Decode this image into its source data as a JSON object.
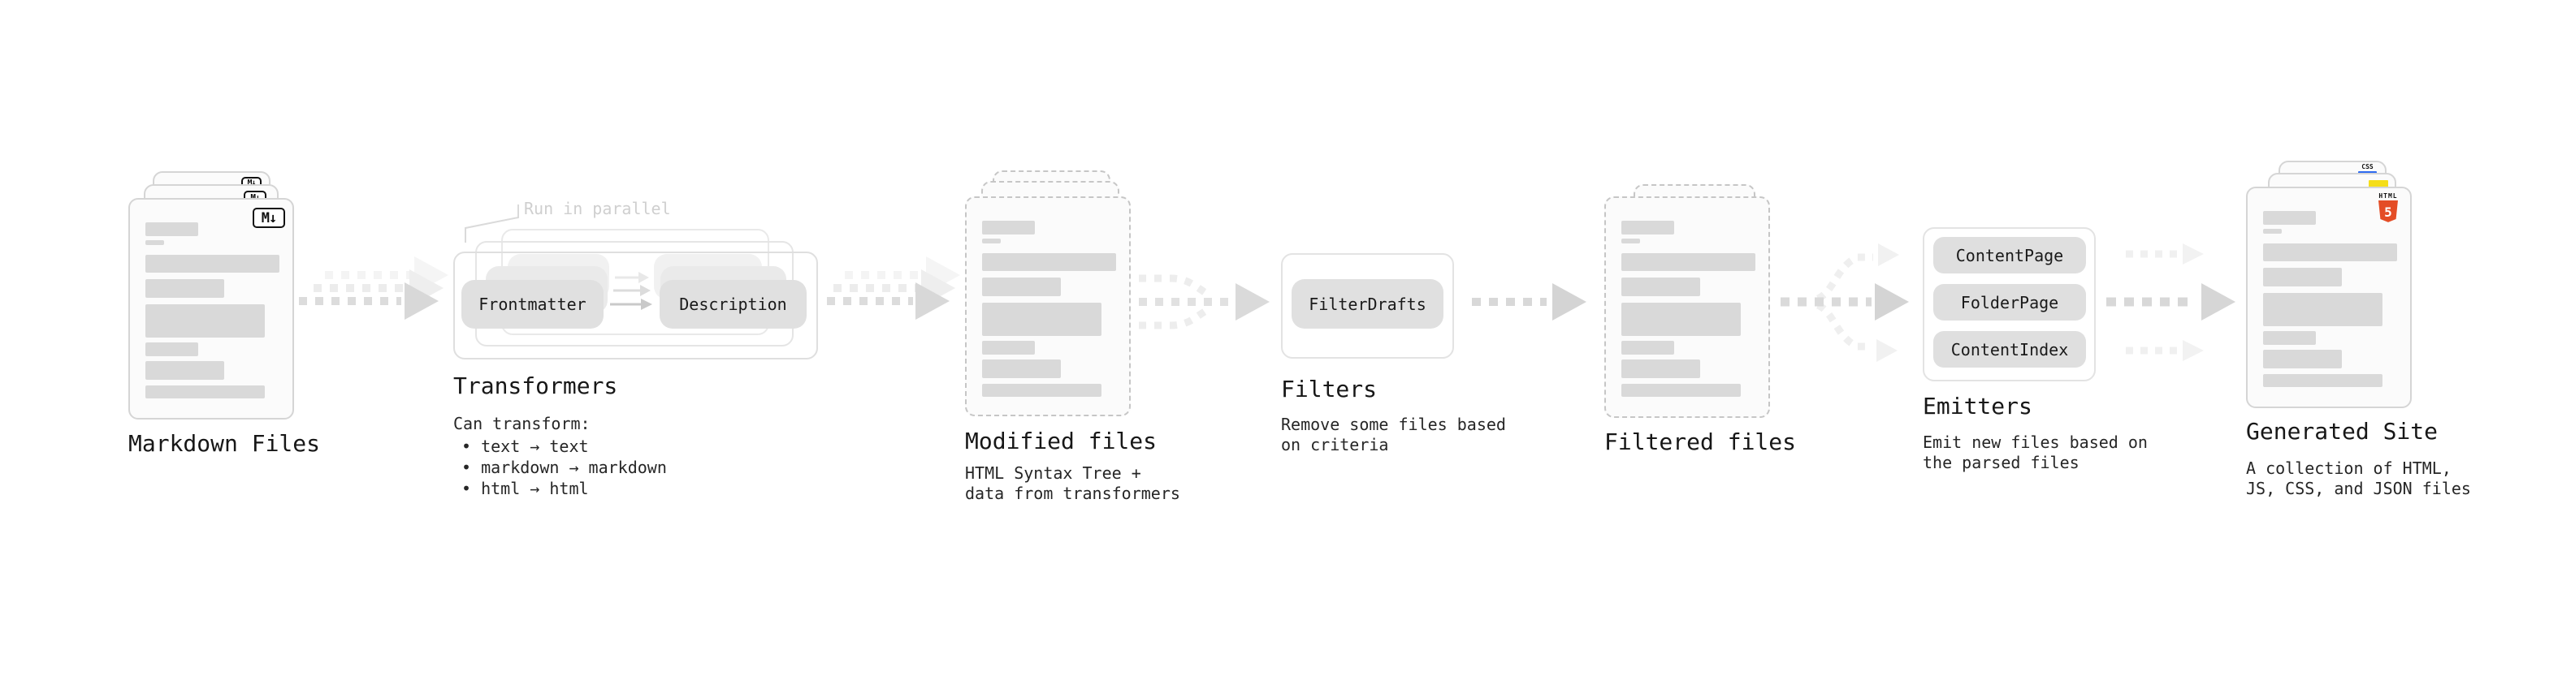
{
  "stages": {
    "markdown": {
      "title": "Markdown Files"
    },
    "transformers": {
      "title": "Transformers",
      "annotation": "Run in parallel",
      "pills": [
        "Frontmatter",
        "Description"
      ],
      "sub_heading": "Can transform:",
      "bullets": [
        "• text → text",
        "• markdown → markdown",
        "• html → html"
      ]
    },
    "modified": {
      "title": "Modified files",
      "sub": [
        "HTML Syntax Tree +",
        "data from transformers"
      ]
    },
    "filters": {
      "title": "Filters",
      "pills": [
        "FilterDrafts"
      ],
      "sub": [
        "Remove some files based",
        "on criteria"
      ]
    },
    "filtered": {
      "title": "Filtered files"
    },
    "emitters": {
      "title": "Emitters",
      "pills": [
        "ContentPage",
        "FolderPage",
        "ContentIndex"
      ],
      "sub": [
        "Emit new files based on",
        "the parsed files"
      ]
    },
    "generated": {
      "title": "Generated Site",
      "sub": [
        "A collection of HTML,",
        "JS, CSS, and JSON files"
      ]
    }
  },
  "badges": {
    "markdown": "M↓",
    "css_label": "CSS",
    "html_label": "HTML",
    "html_number": "5"
  },
  "colors": {
    "css_blue": "#2e6bf0",
    "js_yellow": "#f5de19",
    "html_orange": "#e44d26",
    "card_bar_gray": "#d9d9d9",
    "arrow_gray": "#dcdcdc",
    "arrow_light": "#f0f0f0"
  }
}
